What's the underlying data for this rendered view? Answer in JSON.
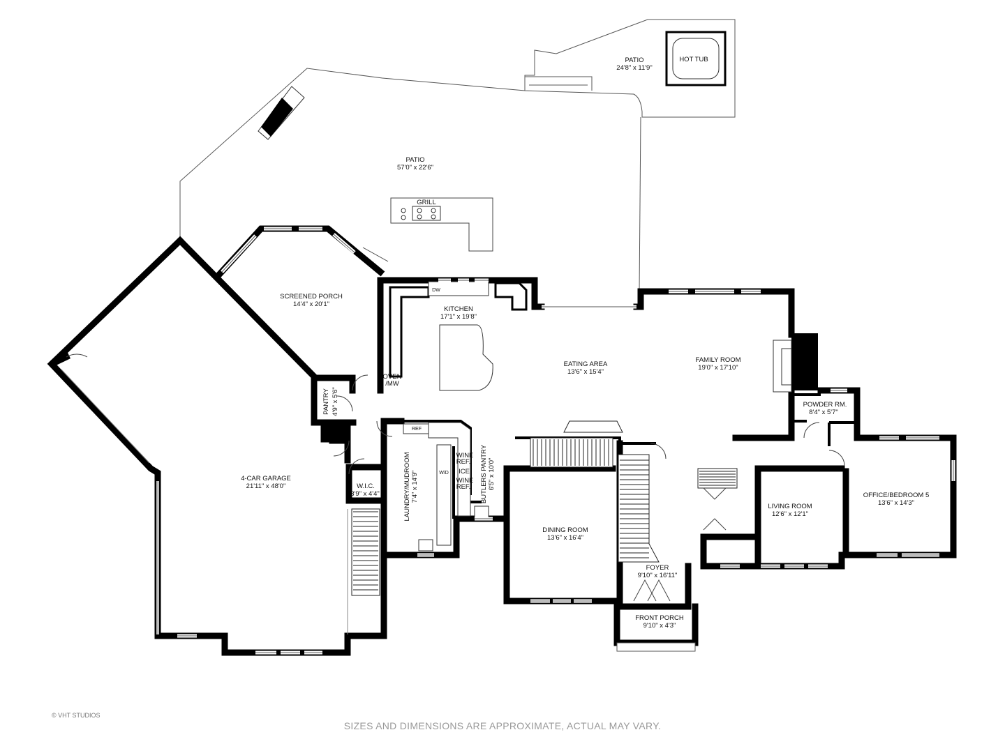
{
  "rooms": {
    "patio_upper": {
      "name": "PATIO",
      "size": "24'8\" x 11'9\""
    },
    "hot_tub": "HOT TUB",
    "patio_main": {
      "name": "PATIO",
      "size": "57'0\" x 22'6\""
    },
    "grill": "GRILL",
    "screened_porch": {
      "name": "SCREENED PORCH",
      "size": "14'4\" x 20'1\""
    },
    "kitchen": {
      "name": "KITCHEN",
      "size": "17'1\" x 19'8\""
    },
    "eating_area": {
      "name": "EATING AREA",
      "size": "13'6\" x 15'4\""
    },
    "family_room": {
      "name": "FAMILY ROOM",
      "size": "19'0\" x 17'10\""
    },
    "powder_room": {
      "name": "POWDER RM.",
      "size": "8'4\" x 5'7\""
    },
    "pantry": {
      "name": "PANTRY",
      "size": "4'9\" x 5'6\""
    },
    "garage": {
      "name": "4-CAR GARAGE",
      "size": "21'11\" x 48'0\""
    },
    "wic": {
      "name": "W.I.C.",
      "size": "3'9\" x 4'4\""
    },
    "laundry": {
      "name": "LAUNDRY/MUDROOM",
      "size": "7'4\" x 14'9\""
    },
    "butlers_pantry": {
      "name": "BUTLERS PANTRY",
      "size": "6'5\" x 10'0\""
    },
    "dining_room": {
      "name": "DINING ROOM",
      "size": "13'6\" x 16'4\""
    },
    "foyer": {
      "name": "FOYER",
      "size": "9'10\" x 16'11\""
    },
    "front_porch": {
      "name": "FRONT PORCH",
      "size": "9'10\" x 4'3\""
    },
    "living_room": {
      "name": "LIVING ROOM",
      "size": "12'6\" x 12'1\""
    },
    "office": {
      "name": "OFFICE/BEDROOM 5",
      "size": "13'6\" x 14'3\""
    }
  },
  "fixtures": {
    "oven": "OVEN",
    "mw": "/MW",
    "dw": "DW",
    "ref": "REF",
    "wine_ref_1": "WINE",
    "wine_ref_1b": "REF.",
    "ice": "ICE",
    "wine_ref_2": "WINE",
    "wine_ref_2b": "REF.",
    "wd": "W/D"
  },
  "credit": "© VHT STUDIOS",
  "disclaimer": "SIZES AND DIMENSIONS ARE APPROXIMATE, ACTUAL MAY VARY.",
  "colors": {
    "wall": "#000000",
    "line": "#555555",
    "window": "#ffffff"
  }
}
